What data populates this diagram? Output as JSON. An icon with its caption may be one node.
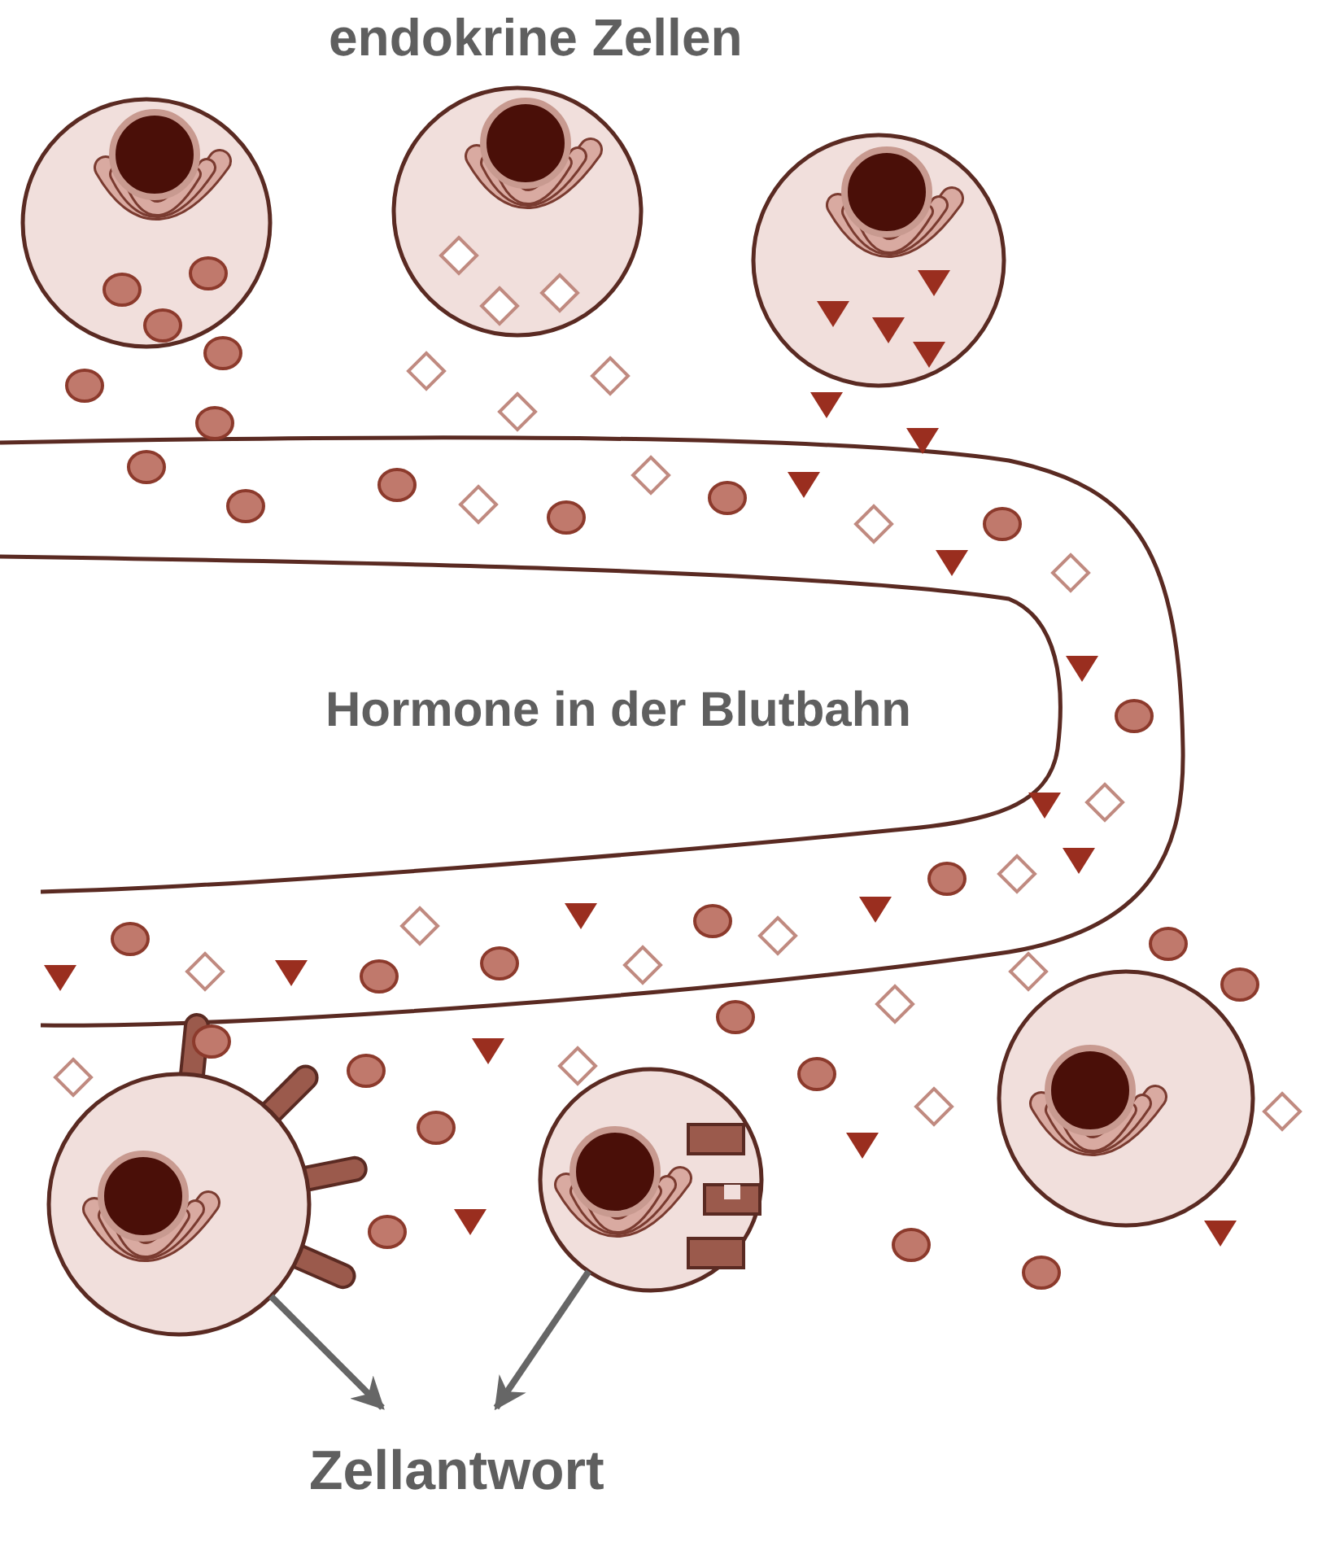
{
  "diagram": {
    "nodes": [
      {
        "text": [
          "Hormone in der Blutbahn"
        ]
      },
      {
        "text": [],
        "shape": "circle"
      },
      {
        "text": [],
        "shape": "circle"
      },
      {
        "text": [],
        "shape": "circle"
      },
      {
        "text": [],
        "shape": "circle"
      },
      {
        "text": [],
        "shape": "circle"
      },
      {
        "text": [],
        "shape": "circle"
      },
      {
        "text": [
          "Zellantwort"
        ]
      }
    ],
    "edges": [
      {
        "from": 4,
        "to": 7,
        "arrow": "to"
      },
      {
        "from": 5,
        "to": 7,
        "arrow": "to"
      }
    ],
    "labels": [
      "endokrine Zellen"
    ]
  }
}
